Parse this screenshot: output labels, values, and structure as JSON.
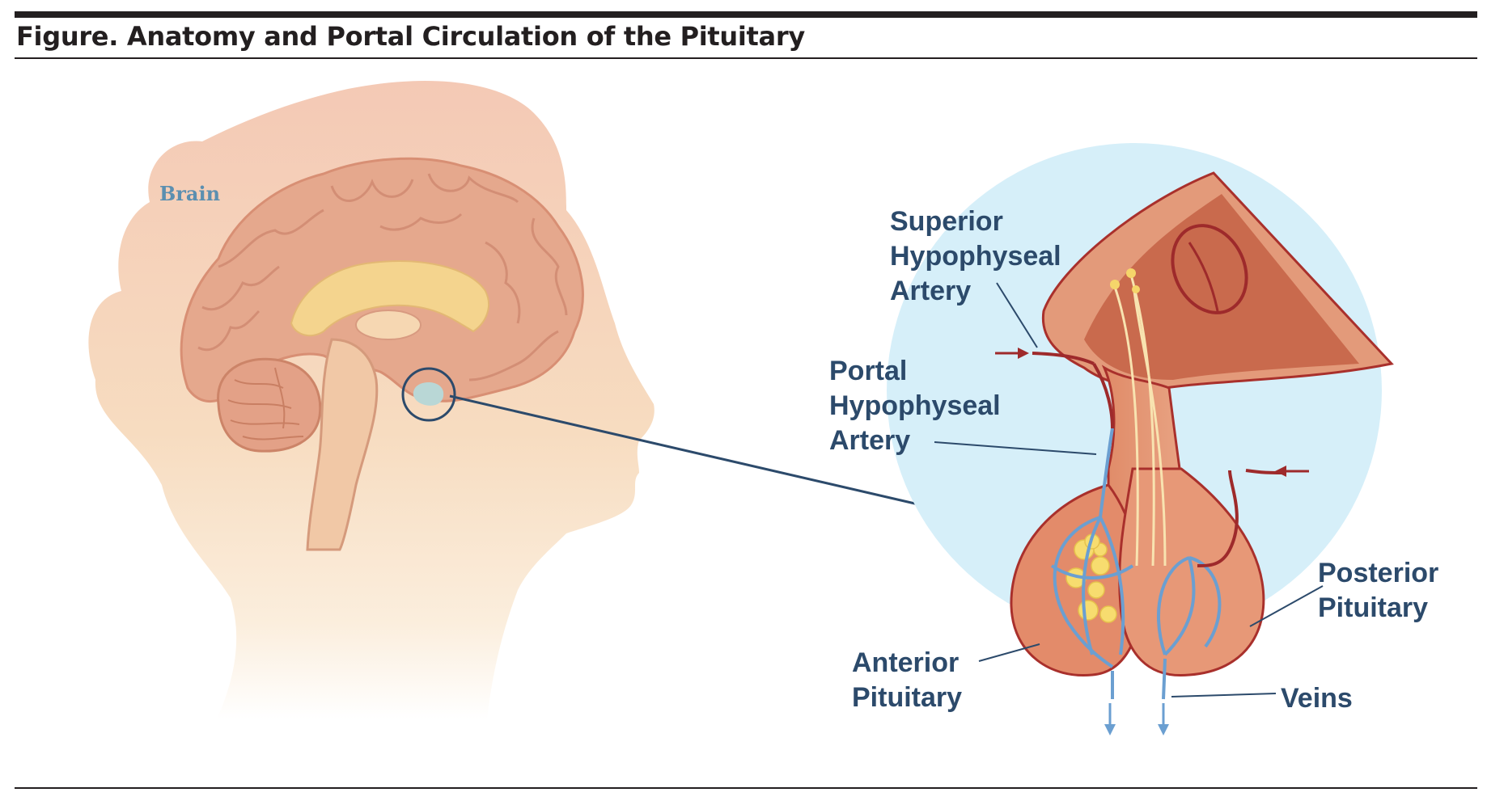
{
  "figure": {
    "title": "Figure. Anatomy and Portal Circulation of the Pituitary"
  },
  "labels": {
    "brain": "Brain",
    "superior_hypophyseal_artery": [
      "Superior",
      "Hypophyseal",
      "Artery"
    ],
    "portal_hypophyseal_artery": [
      "Portal",
      "Hypophyseal",
      "Artery"
    ],
    "posterior_pituitary": [
      "Posterior",
      "Pituitary"
    ],
    "anterior_pituitary": [
      "Anterior",
      "Pituitary"
    ],
    "veins": "Veins"
  },
  "colors": {
    "head_silhouette": "#f6dcc0",
    "brain_tissue": "#e7ac92",
    "inset_background": "#d6eff9",
    "pituitary_tissue": "#d97d5c",
    "artery": "#9e2a2b",
    "vein": "#6b9fd1",
    "label_text": "#2c4a6b",
    "brain_label": "#5b8fb0"
  }
}
